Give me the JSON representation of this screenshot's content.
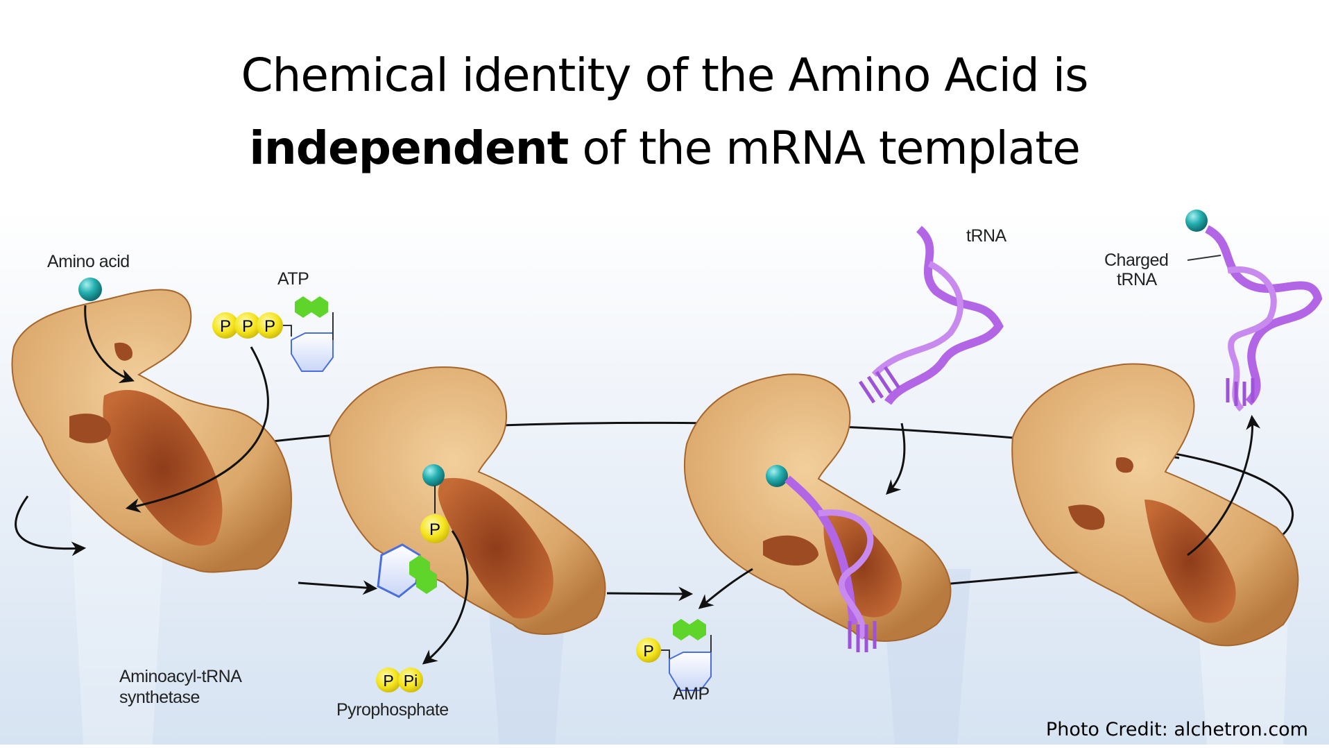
{
  "slide": {
    "title_line1": "Chemical identity of the Amino Acid is",
    "title_line2_bold": "independent",
    "title_line2_rest": " of the mRNA template",
    "credit": "Photo Credit: alchetron.com"
  },
  "diagram": {
    "labels": {
      "amino_acid": "Amino acid",
      "atp": "ATP",
      "trna": "tRNA",
      "charged_line1": "Charged",
      "charged_line2": "tRNA",
      "synthetase_line1": "Aminoacyl-tRNA",
      "synthetase_line2": "synthetase",
      "pyrophosphate": "Pyrophosphate",
      "amp": "AMP"
    },
    "phosphate_labels": {
      "p": "P",
      "pi": "Pi"
    },
    "colors": {
      "enzyme": "#d9a268",
      "enzyme_dark": "#a9542a",
      "amino_acid": "#1fa8a8",
      "phosphate": "#f2e21a",
      "base_green": "#5fd42a",
      "sugar_blue": "#5a7fe0",
      "trna": "#b266e6",
      "background": "#e3ecf7"
    }
  }
}
